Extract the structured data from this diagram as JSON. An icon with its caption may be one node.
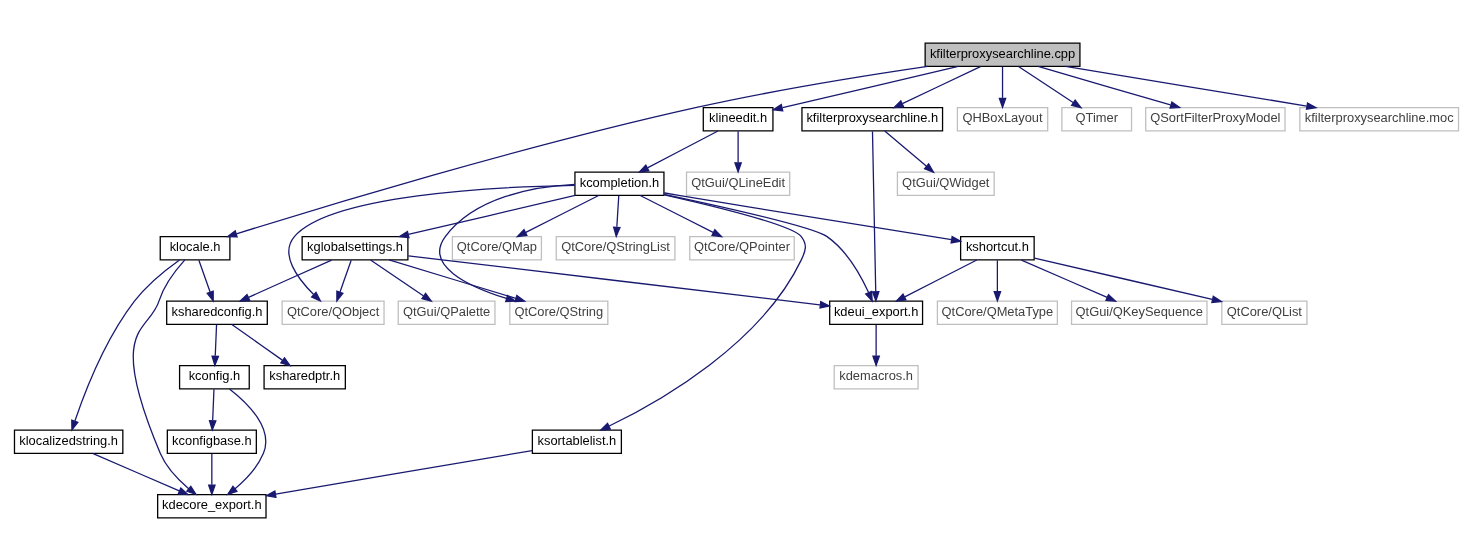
{
  "diagram": {
    "nodes": [
      {
        "text": [
          "kfilterproxysearchline.cpp"
        ]
      },
      {
        "text": [
          "klineedit.h"
        ]
      },
      {
        "text": [
          "kfilterproxysearchline.h"
        ]
      },
      {
        "text": [
          "QHBoxLayout"
        ]
      },
      {
        "text": [
          "QTimer"
        ]
      },
      {
        "text": [
          "QSortFilterProxyModel"
        ]
      },
      {
        "text": [
          "kfilterproxysearchline.moc"
        ]
      },
      {
        "text": [
          "klocale.h"
        ]
      },
      {
        "text": [
          "kcompletion.h"
        ]
      },
      {
        "text": [
          "QtGui/QLineEdit"
        ]
      },
      {
        "text": [
          "QtGui/QWidget"
        ]
      },
      {
        "text": [
          "kglobalsettings.h"
        ]
      },
      {
        "text": [
          "QtCore/QMap"
        ]
      },
      {
        "text": [
          "QtCore/QStringList"
        ]
      },
      {
        "text": [
          "QtCore/QPointer"
        ]
      },
      {
        "text": [
          "kshortcut.h"
        ]
      },
      {
        "text": [
          "ksharedconfig.h"
        ]
      },
      {
        "text": [
          "QtGui/QPalette"
        ]
      },
      {
        "text": [
          "QtCore/QObject"
        ]
      },
      {
        "text": [
          "QtCore/QString"
        ]
      },
      {
        "text": [
          "kdeui_export.h"
        ]
      },
      {
        "text": [
          "QtGui/QKeySequence"
        ]
      },
      {
        "text": [
          "QtCore/QList"
        ]
      },
      {
        "text": [
          "QtCore/QMetaType"
        ]
      },
      {
        "text": [
          "ksharedptr.h"
        ]
      },
      {
        "text": [
          "kconfig.h"
        ]
      },
      {
        "text": [
          "kdemacros.h"
        ]
      },
      {
        "text": [
          "klocalizedstring.h"
        ]
      },
      {
        "text": [
          "kconfigbase.h"
        ]
      },
      {
        "text": [
          "ksortablelist.h"
        ]
      },
      {
        "text": [
          "kdecore_export.h"
        ]
      }
    ],
    "edges": [
      {
        "from": 0,
        "to": 1,
        "arrow": "to"
      },
      {
        "from": 0,
        "to": 2,
        "arrow": "to"
      },
      {
        "from": 0,
        "to": 3,
        "arrow": "to"
      },
      {
        "from": 0,
        "to": 4,
        "arrow": "to"
      },
      {
        "from": 0,
        "to": 5,
        "arrow": "to"
      },
      {
        "from": 0,
        "to": 6,
        "arrow": "to"
      },
      {
        "from": 0,
        "to": 7,
        "arrow": "to"
      },
      {
        "from": 1,
        "to": 8,
        "arrow": "to"
      },
      {
        "from": 1,
        "to": 9,
        "arrow": "to"
      },
      {
        "from": 2,
        "to": 10,
        "arrow": "to"
      },
      {
        "from": 2,
        "to": 20,
        "arrow": "to"
      },
      {
        "from": 8,
        "to": 11,
        "arrow": "to"
      },
      {
        "from": 8,
        "to": 12,
        "arrow": "to"
      },
      {
        "from": 8,
        "to": 13,
        "arrow": "to"
      },
      {
        "from": 8,
        "to": 14,
        "arrow": "to"
      },
      {
        "from": 8,
        "to": 18,
        "arrow": "to"
      },
      {
        "from": 8,
        "to": 19,
        "arrow": "to"
      },
      {
        "from": 8,
        "to": 20,
        "arrow": "to"
      },
      {
        "from": 8,
        "to": 15,
        "arrow": "to"
      },
      {
        "from": 8,
        "to": 29,
        "arrow": "to"
      },
      {
        "from": 7,
        "to": 16,
        "arrow": "to"
      },
      {
        "from": 7,
        "to": 27,
        "arrow": "to"
      },
      {
        "from": 7,
        "to": 30,
        "arrow": "to"
      },
      {
        "from": 11,
        "to": 16,
        "arrow": "to"
      },
      {
        "from": 11,
        "to": 17,
        "arrow": "to"
      },
      {
        "from": 11,
        "to": 18,
        "arrow": "to"
      },
      {
        "from": 11,
        "to": 19,
        "arrow": "to"
      },
      {
        "from": 11,
        "to": 20,
        "arrow": "to"
      },
      {
        "from": 15,
        "to": 20,
        "arrow": "to"
      },
      {
        "from": 15,
        "to": 21,
        "arrow": "to"
      },
      {
        "from": 15,
        "to": 22,
        "arrow": "to"
      },
      {
        "from": 15,
        "to": 23,
        "arrow": "to"
      },
      {
        "from": 16,
        "to": 24,
        "arrow": "to"
      },
      {
        "from": 16,
        "to": 25,
        "arrow": "to"
      },
      {
        "from": 20,
        "to": 26,
        "arrow": "to"
      },
      {
        "from": 25,
        "to": 28,
        "arrow": "to"
      },
      {
        "from": 25,
        "to": 30,
        "arrow": "to"
      },
      {
        "from": 27,
        "to": 30,
        "arrow": "to"
      },
      {
        "from": 28,
        "to": 30,
        "arrow": "to"
      },
      {
        "from": 29,
        "to": 30,
        "arrow": "to"
      }
    ]
  }
}
